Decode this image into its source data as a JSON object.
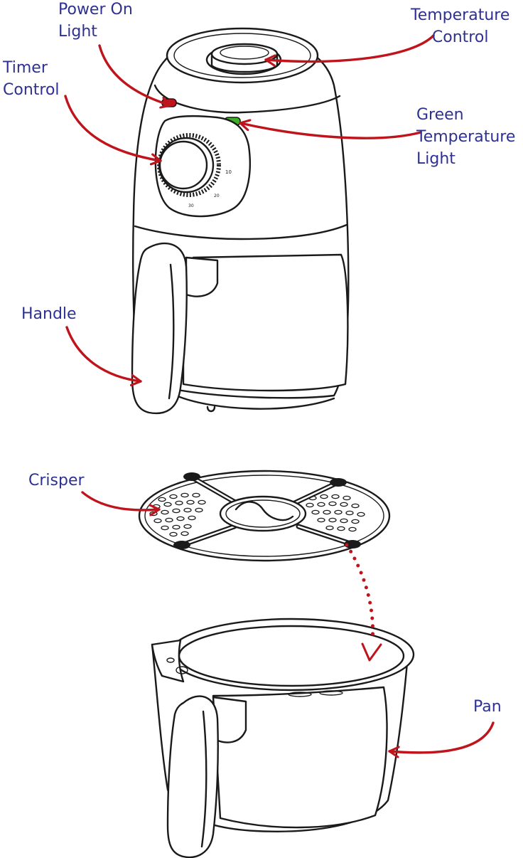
{
  "colors": {
    "label_text": "#2e3192",
    "arrow": "#c0141c",
    "line_art": "#1a1a1a",
    "green_light": "#3fae2a",
    "power_light": "#c0141c"
  },
  "labels": {
    "power_on_light": [
      "Power On",
      "Light"
    ],
    "temperature_control": [
      "Temperature",
      "Control"
    ],
    "timer_control": [
      "Timer",
      "Control"
    ],
    "green_temperature_light": [
      "Green",
      "Temperature",
      "Light"
    ],
    "handle": [
      "Handle"
    ],
    "crisper": [
      "Crisper"
    ],
    "pan": [
      "Pan"
    ]
  },
  "timer_dial_marks": [
    "10",
    "20",
    "30"
  ]
}
